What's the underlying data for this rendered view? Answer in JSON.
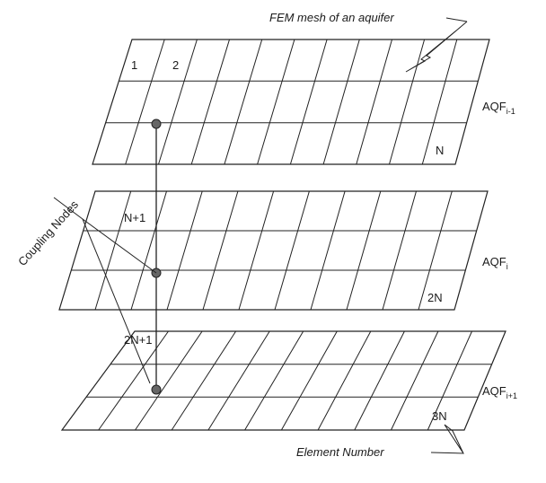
{
  "diagram": {
    "title_annotation": "FEM mesh of an aquifer",
    "coupling_label": "Coupling Nodes",
    "element_number_label": "Element Number",
    "layers": [
      {
        "name": "top",
        "label_base": "AQF",
        "label_sub": "i-1",
        "elements": [
          "1",
          "2",
          "N"
        ]
      },
      {
        "name": "middle",
        "label_base": "AQF",
        "label_sub": "i",
        "elements": [
          "N+1",
          "2N"
        ]
      },
      {
        "name": "bottom",
        "label_base": "AQF",
        "label_sub": "i+1",
        "elements": [
          "2N+1",
          "3N"
        ]
      }
    ],
    "colors": {
      "ink": "#222222",
      "node_fill": "#666666",
      "background": "#ffffff"
    }
  }
}
